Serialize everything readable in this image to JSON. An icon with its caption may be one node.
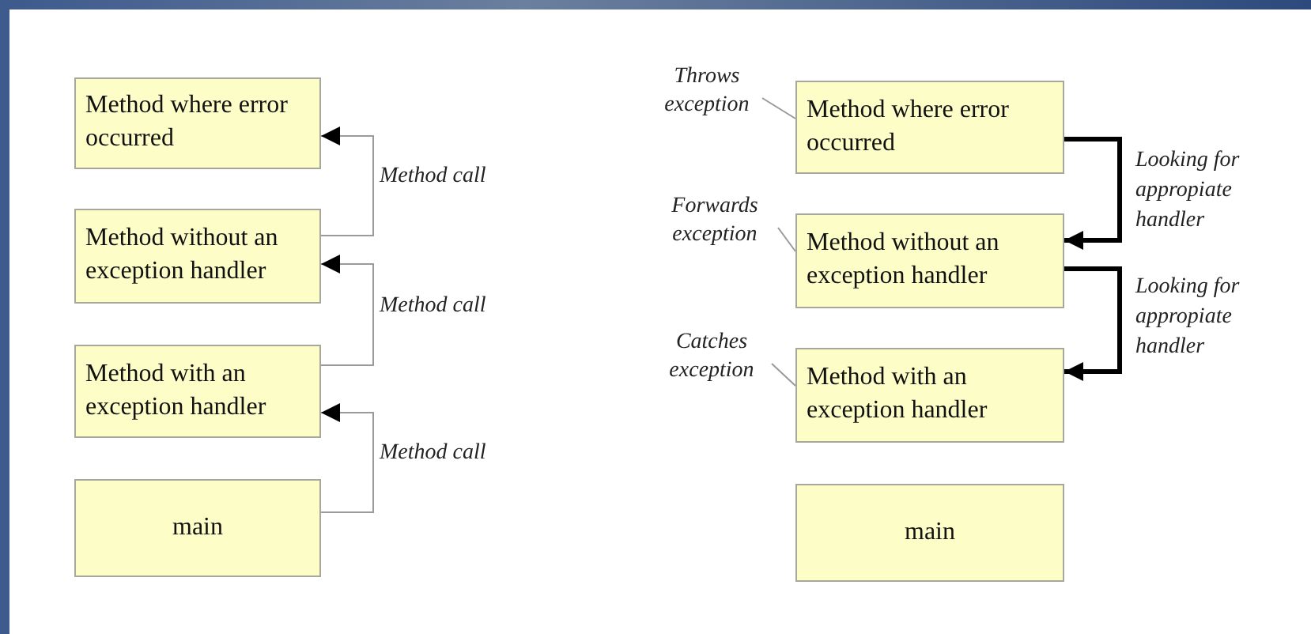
{
  "diagram": {
    "nodes": [
      {
        "text": [
          "Method where error occurred"
        ]
      },
      {
        "text": [
          "Method without an exception handler"
        ]
      },
      {
        "text": [
          "Method with an exception handler"
        ]
      },
      {
        "text": [
          "main"
        ]
      },
      {
        "text": [
          "Method where error occurred"
        ]
      },
      {
        "text": [
          "Method without an exception handler"
        ]
      },
      {
        "text": [
          "Method with an exception handler"
        ]
      },
      {
        "text": [
          "main"
        ]
      },
      {
        "text": [
          "Throws exception"
        ]
      },
      {
        "text": [
          "Forwards exception"
        ]
      },
      {
        "text": [
          "Catches exception"
        ]
      }
    ],
    "edges": [
      {
        "from": 1,
        "to": 0,
        "arrow": "to",
        "label": "Method call"
      },
      {
        "from": 2,
        "to": 1,
        "arrow": "to",
        "label": "Method call"
      },
      {
        "from": 3,
        "to": 2,
        "arrow": "to",
        "label": "Method call"
      },
      {
        "from": 4,
        "to": 5,
        "arrow": "to",
        "label": "Looking for appropiate handler",
        "style": "thick",
        "color": "#000000"
      },
      {
        "from": 5,
        "to": 6,
        "arrow": "to",
        "label": "Looking for appropiate handler",
        "style": "thick",
        "color": "#000000"
      },
      {
        "from": 8,
        "to": 4,
        "arrow": "none"
      },
      {
        "from": 9,
        "to": 5,
        "arrow": "none"
      },
      {
        "from": 10,
        "to": 6,
        "arrow": "none"
      }
    ]
  }
}
